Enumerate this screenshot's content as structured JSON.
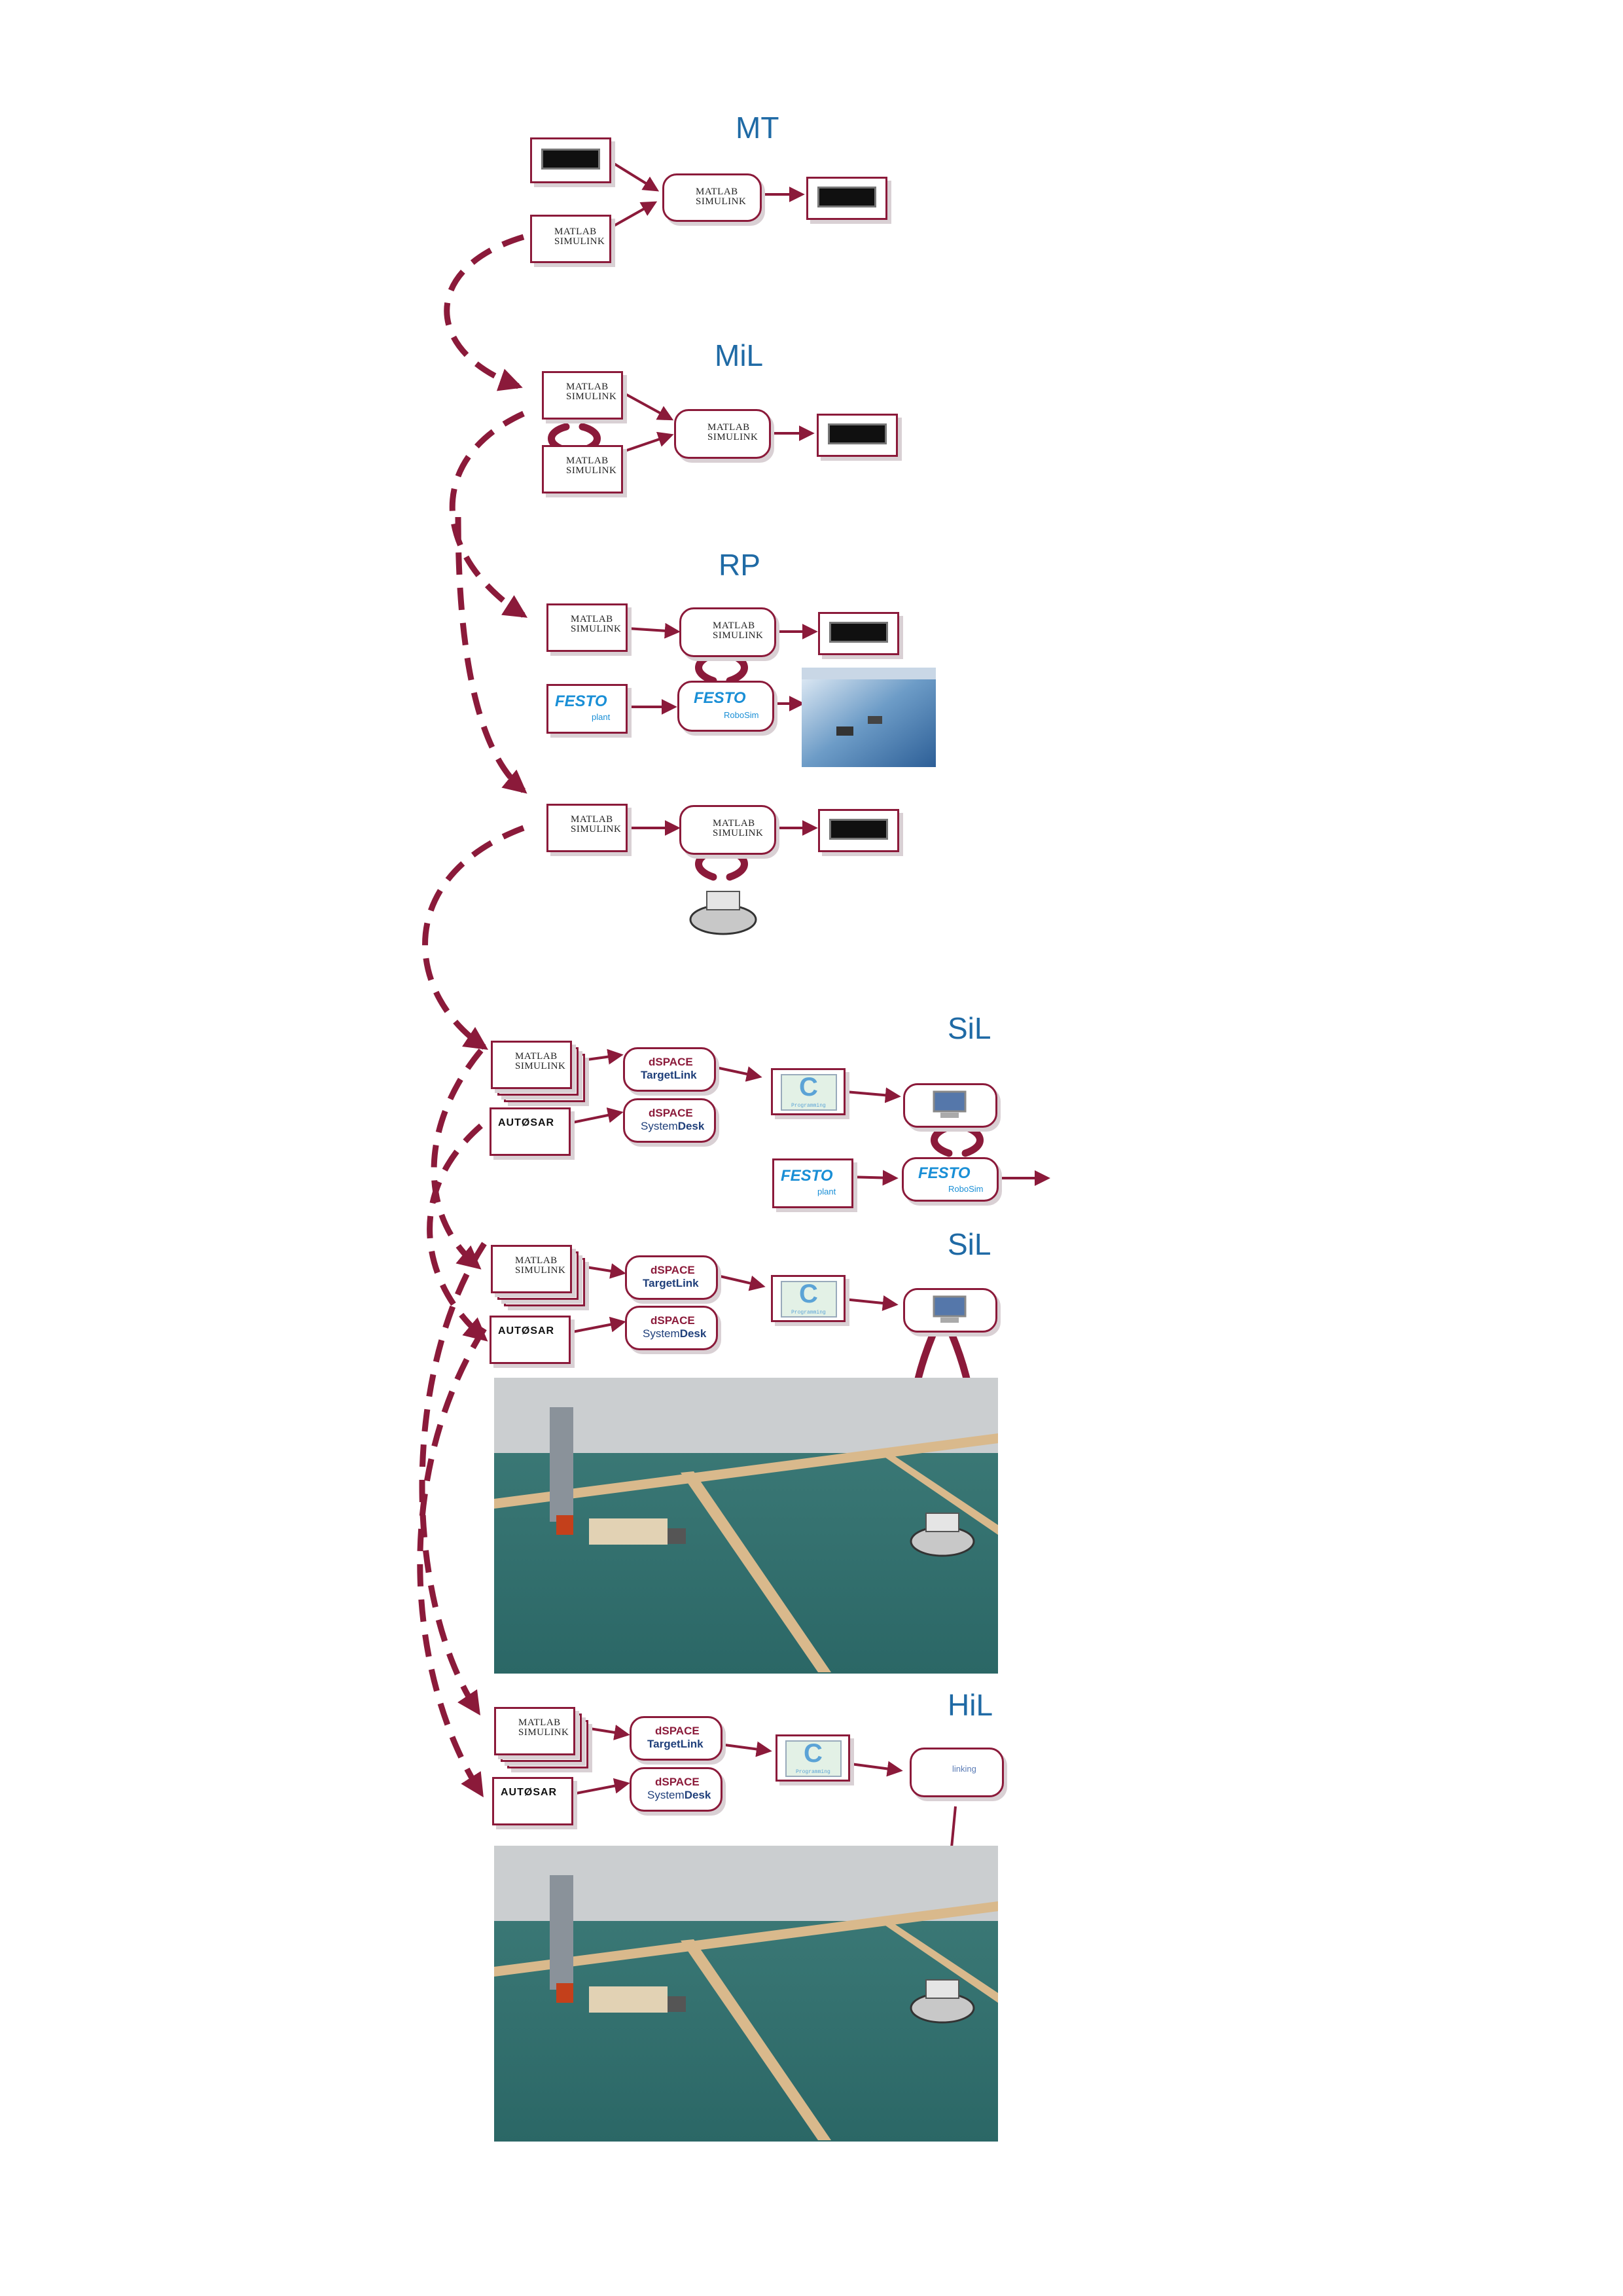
{
  "stages": [
    {
      "id": "mt",
      "label": "MT"
    },
    {
      "id": "mil",
      "label": "MiL"
    },
    {
      "id": "rp",
      "label": "RP"
    },
    {
      "id": "sil1",
      "label": "SiL"
    },
    {
      "id": "sil2",
      "label": "SiL"
    },
    {
      "id": "hil",
      "label": "HiL"
    }
  ],
  "logos": {
    "matlab_line1": "MATLAB",
    "matlab_line2": "SIMULINK",
    "festo": "FESTO",
    "festo_plant": "plant",
    "festo_robosim": "RoboSim",
    "dspace": "dSPACE",
    "targetlink": "TargetLink",
    "systemdesk_a": "System",
    "systemdesk_b": "Desk",
    "autosar": "AUTØSAR",
    "c_letter": "C",
    "c_programming": "Programming",
    "linking": "linking"
  },
  "colors": {
    "arrow": "#8b1a3a",
    "label": "#1f6aa5",
    "festo": "#1a8fd6"
  }
}
